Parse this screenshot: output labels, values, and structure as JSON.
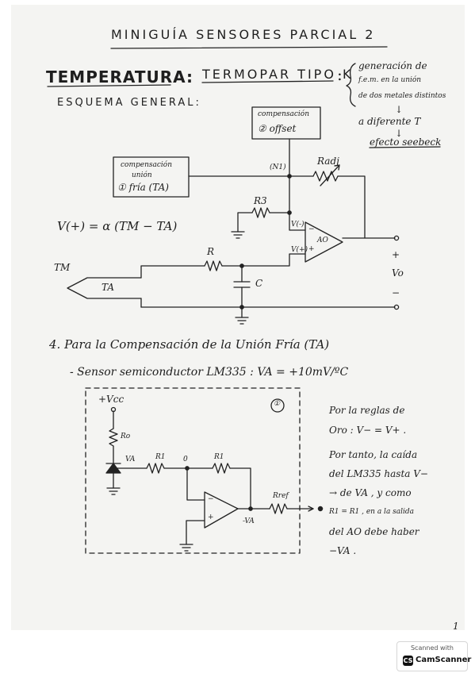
{
  "header": {
    "title": "MINIGUÍA SENSORES PARCIAL 2"
  },
  "section_temperature": {
    "heading": "TEMPERATURA:",
    "subheading": "TERMOPAR TIPO K",
    "note_lines": [
      "generación de",
      "f.e.m. en la unión",
      "de dos metales distintos",
      "↓",
      "a diferente T",
      "↓",
      "efecto seebeck"
    ],
    "scheme_label": "ESQUEMA GENERAL:"
  },
  "circuit_1": {
    "offset_box": [
      "compensación",
      "② offset"
    ],
    "cold_junction_box": [
      "compensación",
      "unión",
      "① fría (TA)"
    ],
    "formula": "V(+) = α (TM − TA)",
    "node_n1": "(N1)",
    "r_adj": "Radj",
    "r3": "R3",
    "r": "R",
    "c": "C",
    "v_minus": "V(-)",
    "v_plus": "V(+)",
    "op_amp": "AO",
    "op_minus": "−",
    "op_plus": "+",
    "tm": "TM",
    "ta": "TA",
    "out_plus": "+",
    "out_vo": "Vo",
    "out_minus": "−"
  },
  "section_4": {
    "title": "4. Para la Compensación de la Unión Fría (TA)",
    "sensor_line": "- Sensor semiconductor LM335 : VA = +10mV/ºC"
  },
  "circuit_2": {
    "vcc": "+Vcc",
    "ro": "Ro",
    "va": "VA",
    "r1a": "R1",
    "node0": "0",
    "r1b": "R1",
    "rref": "Rref",
    "neg_va": "-VA",
    "circled": "①",
    "op_minus": "−",
    "op_plus": "+"
  },
  "explanation": {
    "lines": [
      "Por la reglas de",
      "Oro :  V− = V+ .",
      "Por tanto, la caída",
      "del LM335 hasta V−",
      "→ de VA , y como",
      "R1 = R1 , en a la salida",
      "del AO debe haber",
      "−VA ."
    ]
  },
  "page_number": "1",
  "scanner_badge": {
    "top": "Scanned with",
    "logo": "CS",
    "name": "CamScanner"
  }
}
